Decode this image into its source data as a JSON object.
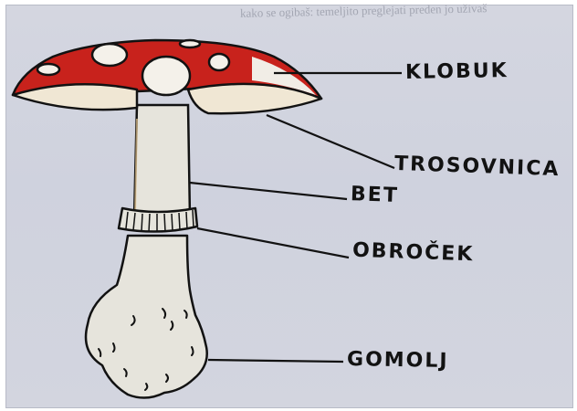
{
  "background_note": "kako se ogibaš: temeljito preglejati  preden jo uživaš",
  "labels": {
    "klobuk": "KLOBUK",
    "trosovnica": "TROSOVNICA",
    "bet": "BET",
    "obrocek": "OBROČEK",
    "gomolj": "GOMOLJ"
  },
  "colors": {
    "cap_red": "#c8221c",
    "cap_dots": "#f4f1ea",
    "gills": "#f0e7d4",
    "stem": "#e6e4dc",
    "ink": "#121212"
  }
}
